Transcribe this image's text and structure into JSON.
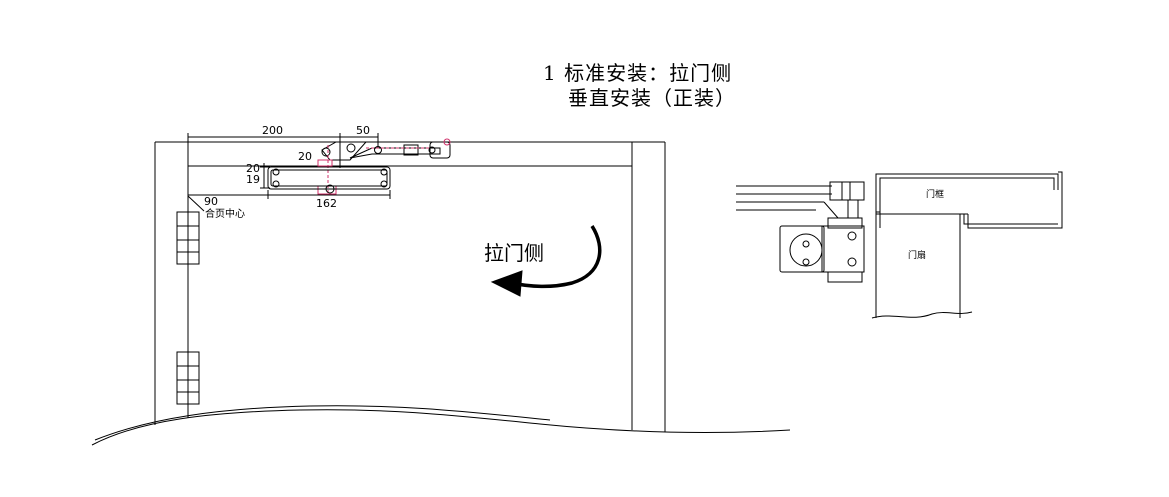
{
  "title": {
    "line1": "1 标准安装：拉门侧",
    "line2": "垂直安装（正装）"
  },
  "dimensions": {
    "d200": "200",
    "d50": "50",
    "d20_top": "20",
    "d20_side": "20",
    "d19": "19",
    "d90": "90",
    "d162": "162"
  },
  "labels": {
    "hinge_center": "合页中心",
    "pull_side": "拉门侧",
    "door_frame": "门框",
    "door_leaf": "门扇"
  },
  "colors": {
    "line": "#000000",
    "accent": "#d0306a"
  }
}
